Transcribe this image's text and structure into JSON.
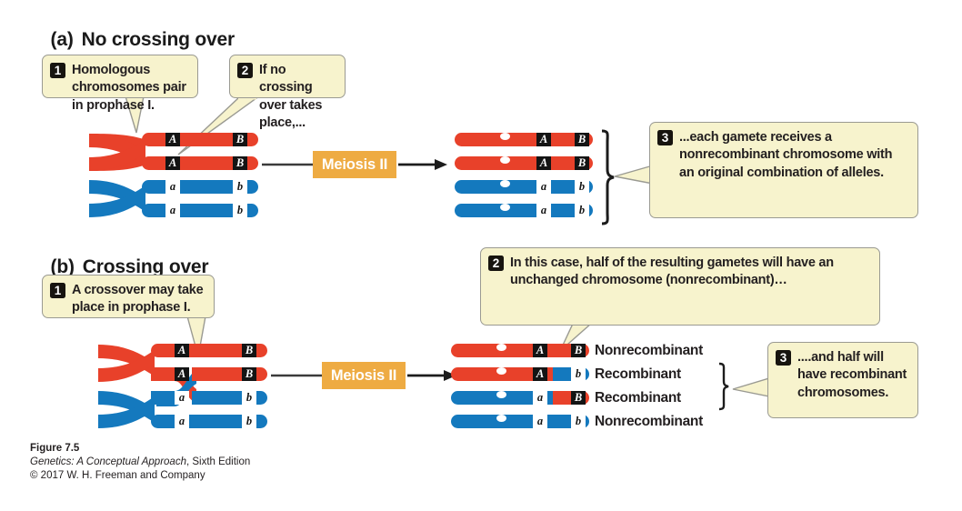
{
  "figure": {
    "sections": [
      {
        "label": "(a)",
        "title": "No crossing over"
      },
      {
        "label": "(b)",
        "title": "Crossing over"
      }
    ],
    "meiosis_label": "Meiosis II",
    "colors": {
      "red": "#e8412a",
      "blue": "#1479be",
      "callout_fill": "#f7f3cd",
      "callout_border": "#9a9a92",
      "badge": "#17140f",
      "meiosis_box": "#eeab42",
      "text": "#231f20"
    },
    "callouts": {
      "a1": {
        "number": "1",
        "text": "Homologous chromosomes pair in prophase I."
      },
      "a2": {
        "number": "2",
        "text": "If no crossing over takes place,..."
      },
      "a3": {
        "number": "3",
        "text": "...each gamete receives a nonrecombinant chromosome with an original combination of alleles."
      },
      "b1": {
        "number": "1",
        "text": "A crossover may take place in prophase I."
      },
      "b2": {
        "number": "2",
        "text": "In this case, half of the resulting gametes will have an unchanged chromosome (nonrecombinant)…"
      },
      "b3": {
        "number": "3",
        "text": "....and half will have recombinant chromosomes."
      }
    },
    "alleles": {
      "A": "A",
      "B": "B",
      "a": "a",
      "b": "b"
    },
    "outcome_labels": {
      "nonrecombinant": "Nonrecombinant",
      "recombinant": "Recombinant"
    },
    "panel_a_products": [
      {
        "left_allele": "A",
        "right_allele": "B",
        "left_color": "red",
        "right_color": "red"
      },
      {
        "left_allele": "A",
        "right_allele": "B",
        "left_color": "red",
        "right_color": "red"
      },
      {
        "left_allele": "a",
        "right_allele": "b",
        "left_color": "blue",
        "right_color": "blue"
      },
      {
        "left_allele": "a",
        "right_allele": "b",
        "left_color": "blue",
        "right_color": "blue"
      }
    ],
    "panel_b_products": [
      {
        "left_allele": "A",
        "right_allele": "B",
        "left_color": "red",
        "right_color": "red",
        "label": "Nonrecombinant"
      },
      {
        "left_allele": "A",
        "right_allele": "b",
        "left_color": "red",
        "right_color": "blue",
        "label": "Recombinant"
      },
      {
        "left_allele": "a",
        "right_allele": "B",
        "left_color": "blue",
        "right_color": "red",
        "label": "Recombinant"
      },
      {
        "left_allele": "a",
        "right_allele": "b",
        "left_color": "blue",
        "right_color": "blue",
        "label": "Nonrecombinant"
      }
    ],
    "caption": {
      "line1": "Figure 7.5",
      "line2_italic": "Genetics: A Conceptual Approach",
      "line2_rest": ", Sixth Edition",
      "line3": "© 2017 W. H. Freeman and Company"
    }
  }
}
